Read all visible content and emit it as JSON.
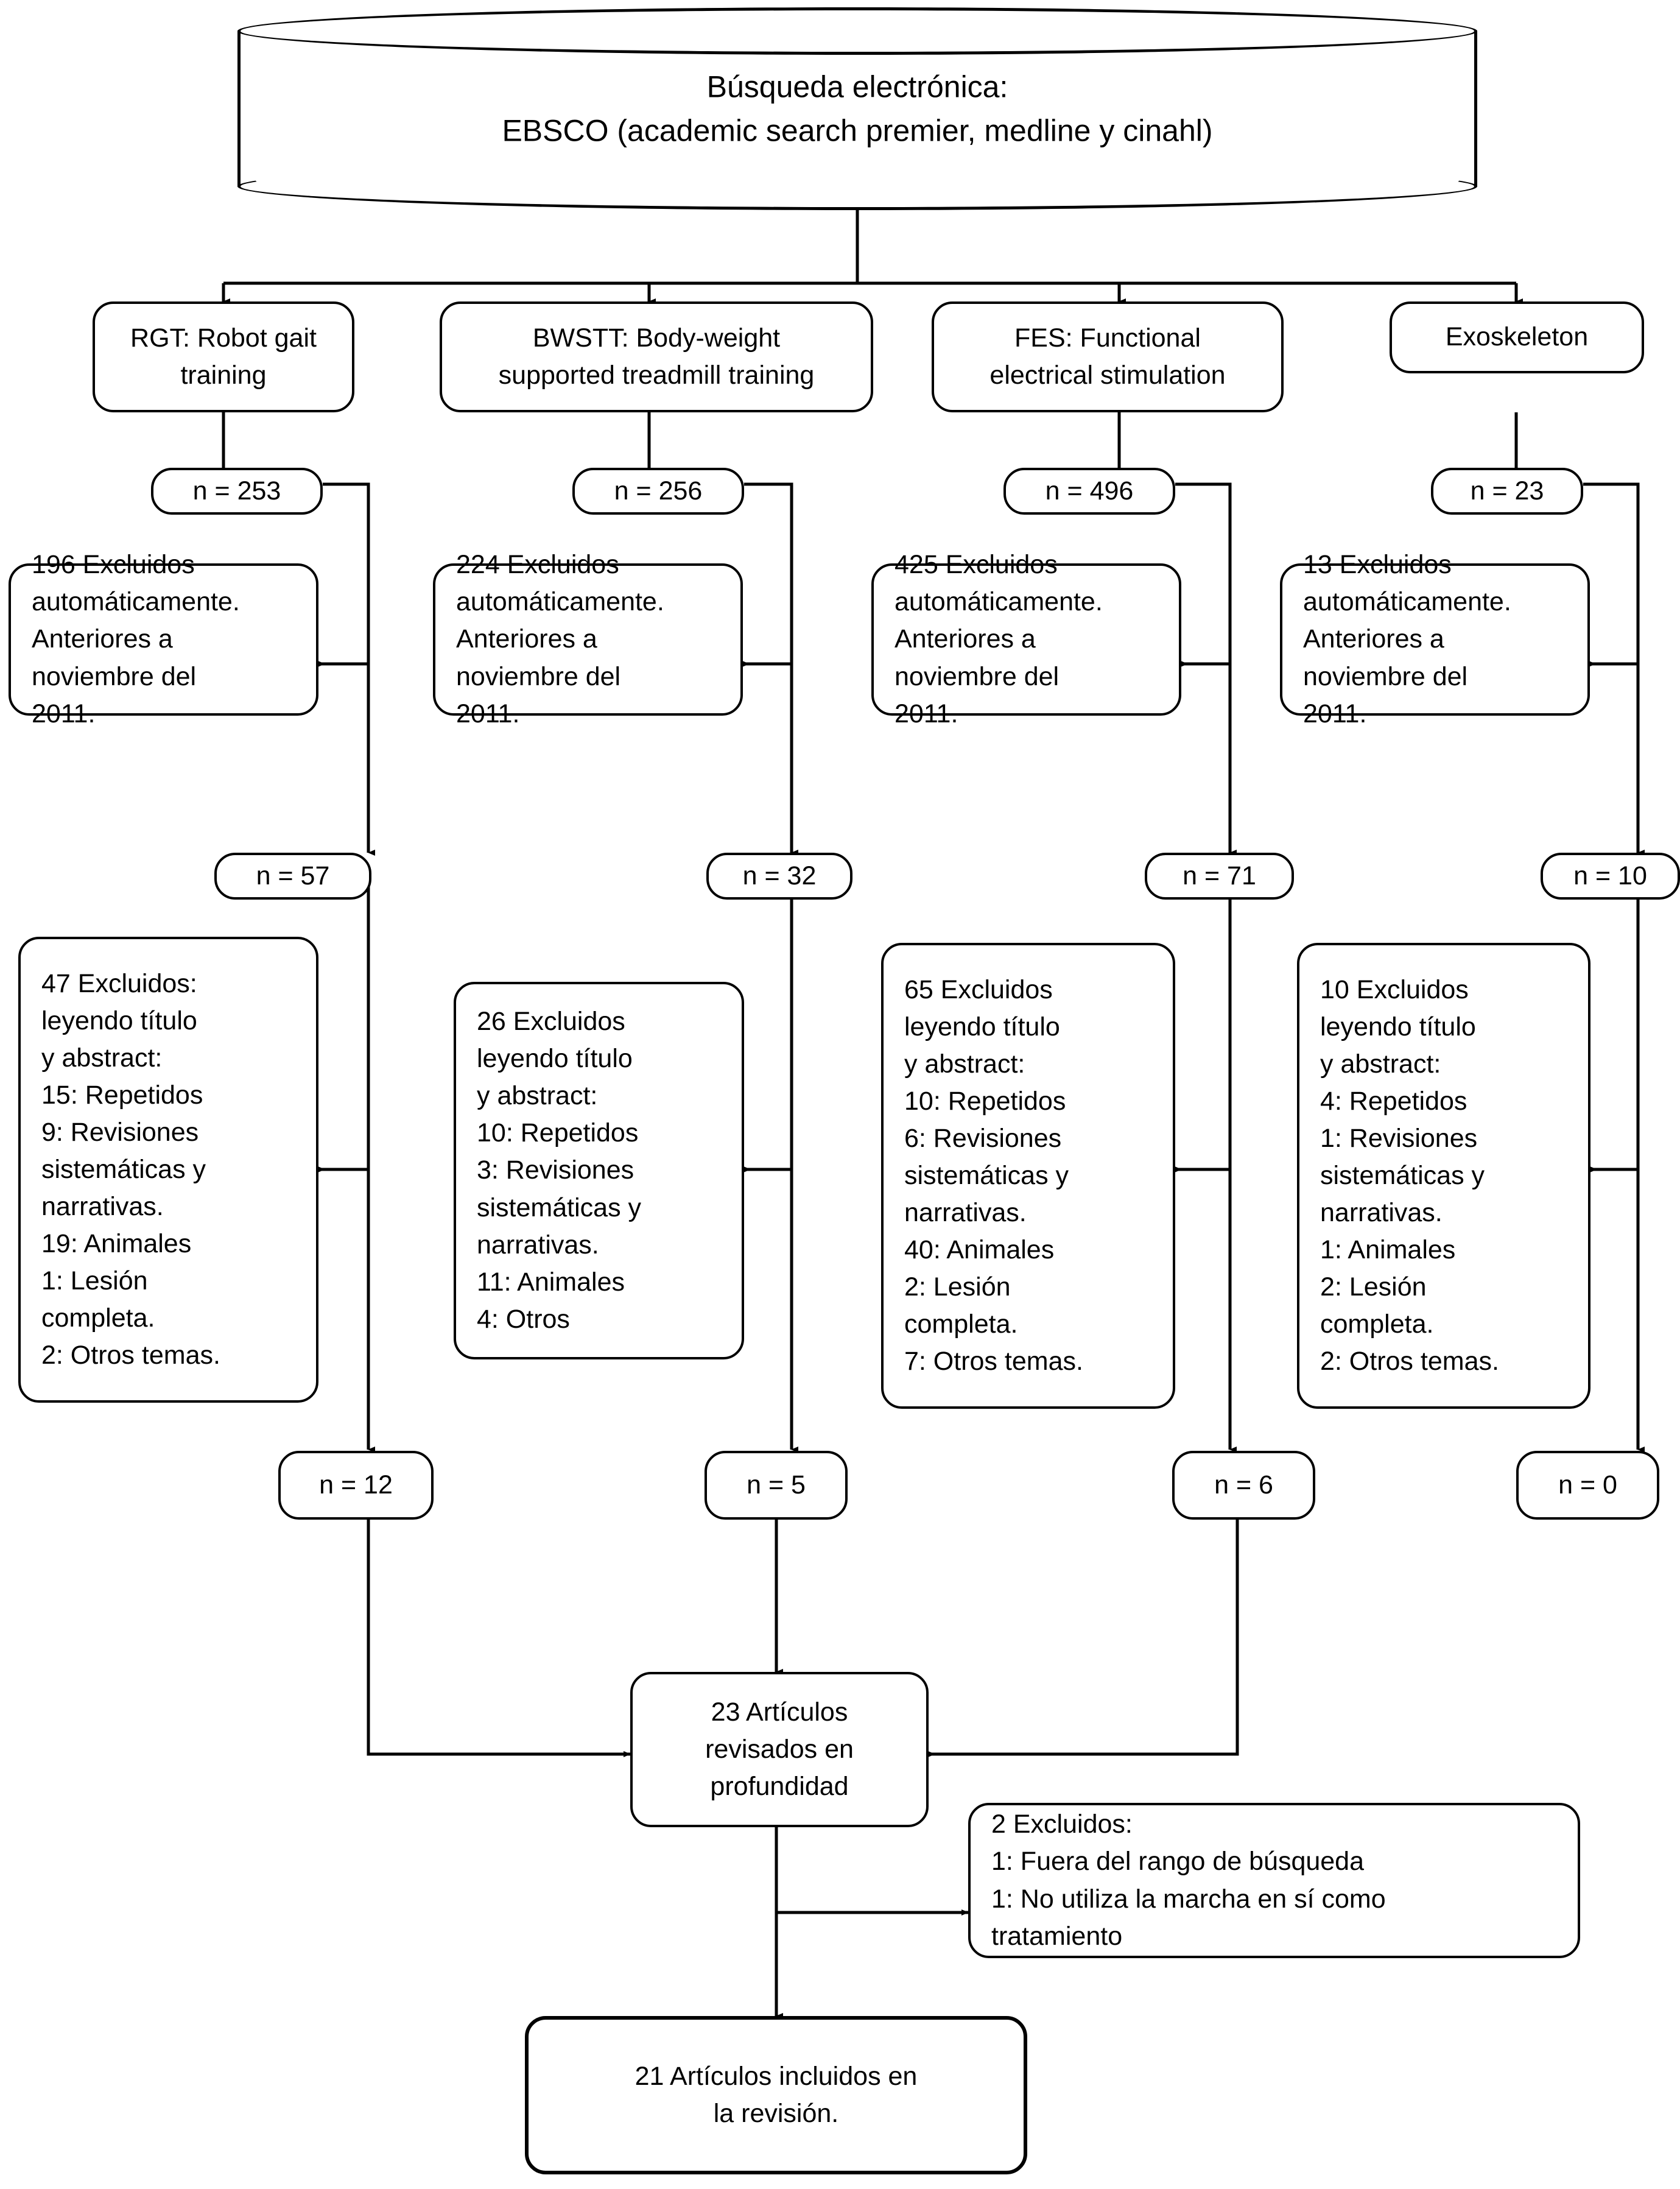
{
  "diagram": {
    "title": "PRISMA-style study selection flow diagram",
    "source_node": {
      "label": "Búsqueda electrónica:\nEBSCO (academic search premier, medline y cinahl)"
    },
    "columns": [
      {
        "key": "rgt",
        "category": "RGT: Robot gait\ntraining",
        "initial_n": "n = 253",
        "auto_excluded": "196 Excluidos\nautomáticamente.\nAnteriores a\nnoviembre del\n2011.",
        "after_auto_n": "n = 57",
        "screen_excluded": "47 Excluidos:\nleyendo título\ny abstract:\n15: Repetidos\n9: Revisiones\nsistemáticas y\nnarrativas.\n19: Animales\n1: Lesión\ncompleta.\n2: Otros temas.",
        "final_n": "n = 12"
      },
      {
        "key": "bwstt",
        "category": "BWSTT: Body-weight\nsupported treadmill training",
        "initial_n": "n = 256",
        "auto_excluded": "224 Excluidos\nautomáticamente.\nAnteriores a\nnoviembre del\n2011.",
        "after_auto_n": "n = 32",
        "screen_excluded": "26 Excluidos\nleyendo título\ny abstract:\n10: Repetidos\n3: Revisiones\nsistemáticas y\nnarrativas.\n11: Animales\n4: Otros",
        "final_n": "n = 5"
      },
      {
        "key": "fes",
        "category": "FES: Functional\nelectrical stimulation",
        "initial_n": "n = 496",
        "auto_excluded": "425 Excluidos\nautomáticamente.\nAnteriores a\nnoviembre del\n2011.",
        "after_auto_n": "n = 71",
        "screen_excluded": "65 Excluidos\nleyendo título\ny abstract:\n10: Repetidos\n6: Revisiones\nsistemáticas y\nnarrativas.\n40: Animales\n2: Lesión\ncompleta.\n7: Otros temas.",
        "final_n": "n = 6"
      },
      {
        "key": "exoskeleton",
        "category": "Exoskeleton",
        "initial_n": "n = 23",
        "auto_excluded": "13 Excluidos\nautomáticamente.\nAnteriores a\nnoviembre del\n2011.",
        "after_auto_n": "n = 10",
        "screen_excluded": "10 Excluidos\nleyendo título\ny abstract:\n4: Repetidos\n1: Revisiones\nsistemáticas y\nnarrativas.\n1: Animales\n2: Lesión\ncompleta.\n2: Otros temas.",
        "final_n": "n = 0"
      }
    ],
    "reviewed_node": {
      "label": "23 Artículos\nrevisados en\nprofundidad"
    },
    "final_excluded_node": {
      "label": "2 Excluidos:\n1: Fuera del rango de búsqueda\n1: No utiliza la marcha en sí como\ntratamiento"
    },
    "included_node": {
      "label": "21 Artículos incluidos en\nla revisión."
    },
    "colors": {
      "stroke": "#000000",
      "fill": "#ffffff",
      "text": "#000000"
    }
  }
}
